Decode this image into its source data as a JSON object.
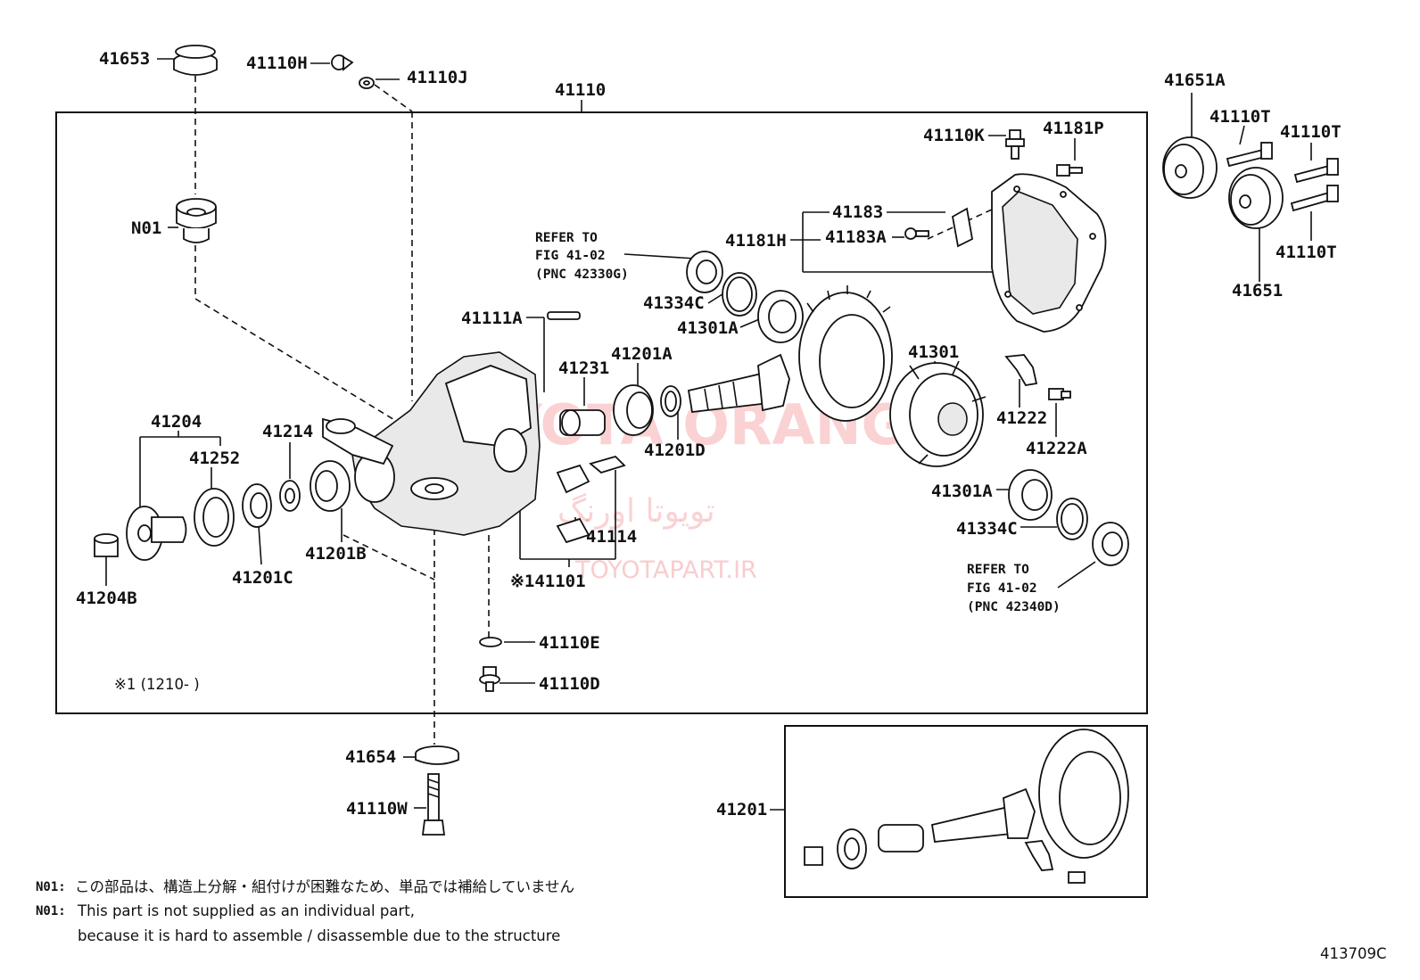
{
  "parts": {
    "p41653": "41653",
    "p41110H": "41110H",
    "p41110J": "41110J",
    "p41110": "41110",
    "pN01": "N01",
    "p41110K": "41110K",
    "p41181P": "41181P",
    "p41183": "41183",
    "p41183A": "41183A",
    "p41181H": "41181H",
    "p41334C_top": "41334C",
    "p41301A_top": "41301A",
    "p41111A": "41111A",
    "p41231": "41231",
    "p41201A": "41201A",
    "p41201D": "41201D",
    "p41301": "41301",
    "p41222": "41222",
    "p41222A": "41222A",
    "p41204": "41204",
    "p41252": "41252",
    "p41214": "41214",
    "p41201C": "41201C",
    "p41201B": "41201B",
    "p41204B": "41204B",
    "p41114": "41114",
    "p41101": "※141101",
    "p41301A_bot": "41301A",
    "p41334C_bot": "41334C",
    "p41110E": "41110E",
    "p41110D": "41110D",
    "p41654": "41654",
    "p41110W": "41110W",
    "p41201": "41201",
    "p41651A": "41651A",
    "p41110T_1": "41110T",
    "p41110T_2": "41110T",
    "p41110T_3": "41110T",
    "p41651": "41651"
  },
  "refer_top": {
    "line1": "REFER TO",
    "line2": "FIG 41-02",
    "line3": "(PNC 42330G)"
  },
  "refer_bottom": {
    "line1": "REFER TO",
    "line2": "FIG 41-02",
    "line3": "(PNC 42340D)"
  },
  "applicability_note": "※1 (1210-      )",
  "watermark": {
    "brand": "TOYOTA ORANG",
    "persian": "تویوتا اورنگ",
    "site": "TOYOTAPART.IR"
  },
  "footnotes": {
    "jp_code": "N01:",
    "jp_text": "この部品は、構造上分解・組付けが困難なため、単品では補給していません",
    "en_code": "N01:",
    "en_line1": "This part is not supplied as an individual part,",
    "en_line2": "because it is hard to assemble / disassemble due to the structure"
  },
  "figure_id": "413709C"
}
